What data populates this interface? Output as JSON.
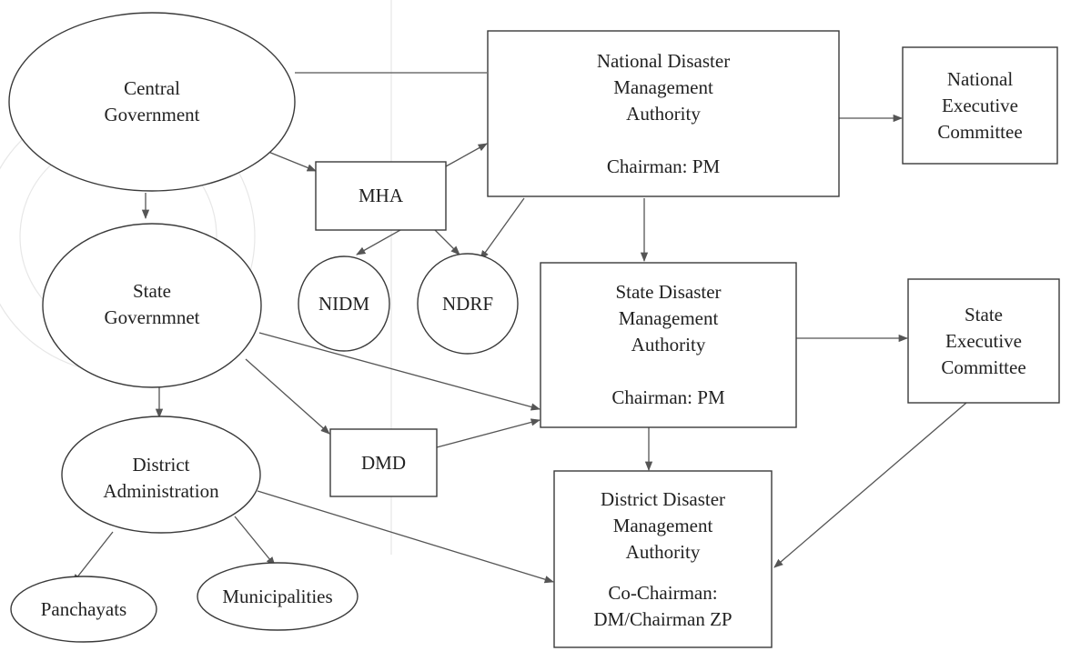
{
  "nodes": {
    "central_government": [
      "Central",
      "Government"
    ],
    "mha": "MHA",
    "ndma": [
      "National Disaster",
      "Management",
      "Authority"
    ],
    "ndma_chair": "Chairman: PM",
    "nec": [
      "National",
      "Executive",
      "Committee"
    ],
    "state_government": [
      "State",
      "Governmnet"
    ],
    "nidm": "NIDM",
    "ndrf": "NDRF",
    "sdma": [
      "State Disaster",
      "Management",
      "Authority"
    ],
    "sdma_chair": "Chairman: PM",
    "sec": [
      "State",
      "Executive",
      "Committee"
    ],
    "district_administration": [
      "District",
      "Administration"
    ],
    "dmd": "DMD",
    "ddma": [
      "District Disaster",
      "Management",
      "Authority"
    ],
    "ddma_chair": [
      "Co-Chairman:",
      "DM/Chairman ZP"
    ],
    "panchayats": "Panchayats",
    "municipalities": "Municipalities"
  },
  "colors": {
    "stroke": "#3a3a3a",
    "connector": "#555555",
    "text": "#222222",
    "watermark": "#e7e7e7"
  }
}
